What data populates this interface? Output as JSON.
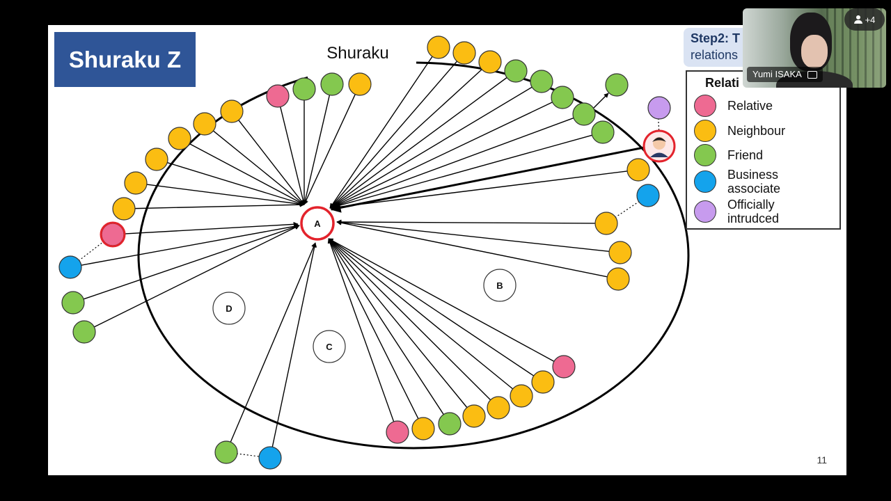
{
  "slide": {
    "title": "Shuraku Z",
    "page_number": "11",
    "step_box": {
      "bold": "Step2: T",
      "line2": "relations"
    }
  },
  "diagram": {
    "village_label": "Shuraku",
    "centre_label": "A",
    "other_households": [
      "B",
      "C",
      "D"
    ],
    "colors": {
      "relative": "#ee6a92",
      "neighbour": "#fbbd12",
      "friend": "#84c84f",
      "business": "#14a3ec",
      "official": "#c79bee",
      "ring": "#e3232c"
    }
  },
  "legend": {
    "title": "Relati",
    "items": [
      {
        "label": "Relative",
        "color": "#ee6a92"
      },
      {
        "label": "Neighbour",
        "color": "#fbbd12"
      },
      {
        "label": "Friend",
        "color": "#84c84f"
      },
      {
        "label": "Business\nassociate",
        "color": "#14a3ec"
      },
      {
        "label": "Officially\nintrudced",
        "color": "#c79bee"
      }
    ]
  },
  "video": {
    "participant_name": "Yumi ISAKA",
    "participant_count": "+4"
  }
}
